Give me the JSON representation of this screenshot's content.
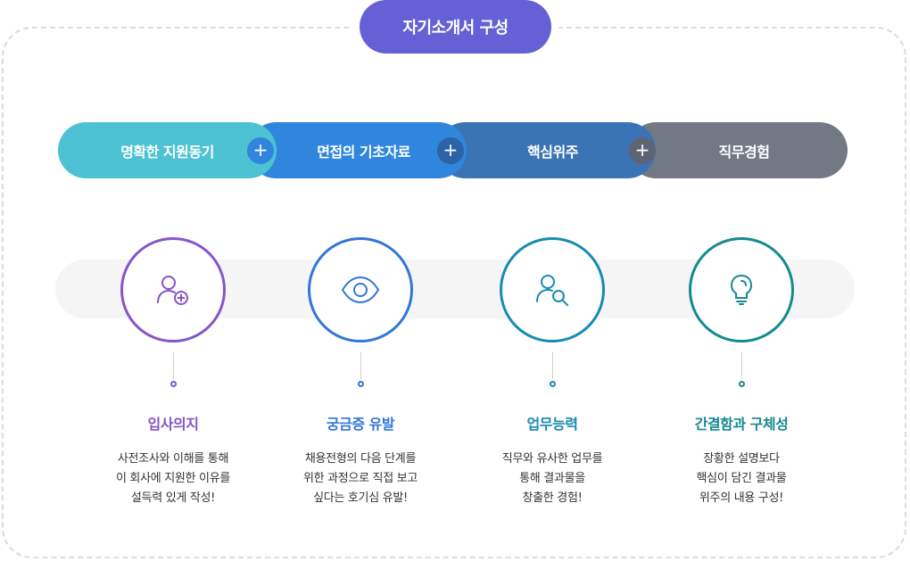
{
  "title": "자기소개서 구성",
  "steps": [
    {
      "label": "명확한 지원동기",
      "color": "#4dc2d2"
    },
    {
      "label": "면접의 기초자료",
      "color": "#2f86dc"
    },
    {
      "label": "핵심위주",
      "color": "#3a74b4"
    },
    {
      "label": "직무경험",
      "color": "#737885"
    }
  ],
  "plus_symbol": "+",
  "columns": [
    {
      "title": "입사의지",
      "color": "#8456c9",
      "icon": "user-plus-icon",
      "lines": [
        "사전조사와 이해를 통해",
        "이 회사에 지원한 이유를",
        "설득력 있게 작성!"
      ]
    },
    {
      "title": "궁금증 유발",
      "color": "#3277d6",
      "icon": "eye-icon",
      "lines": [
        "채용전형의 다음 단계를",
        "위한 과정으로 직접 보고",
        "싶다는 호기심 유발!"
      ]
    },
    {
      "title": "업무능력",
      "color": "#178bb3",
      "icon": "user-search-icon",
      "lines": [
        "직무와 유사한 업무를",
        "통해 결과물을",
        "창출한 경험!"
      ]
    },
    {
      "title": "간결함과 구체성",
      "color": "#148a91",
      "icon": "lightbulb-icon",
      "lines": [
        "장황한 설명보다",
        "핵심이 담긴 결과물",
        "위주의 내용 구성!"
      ]
    }
  ]
}
